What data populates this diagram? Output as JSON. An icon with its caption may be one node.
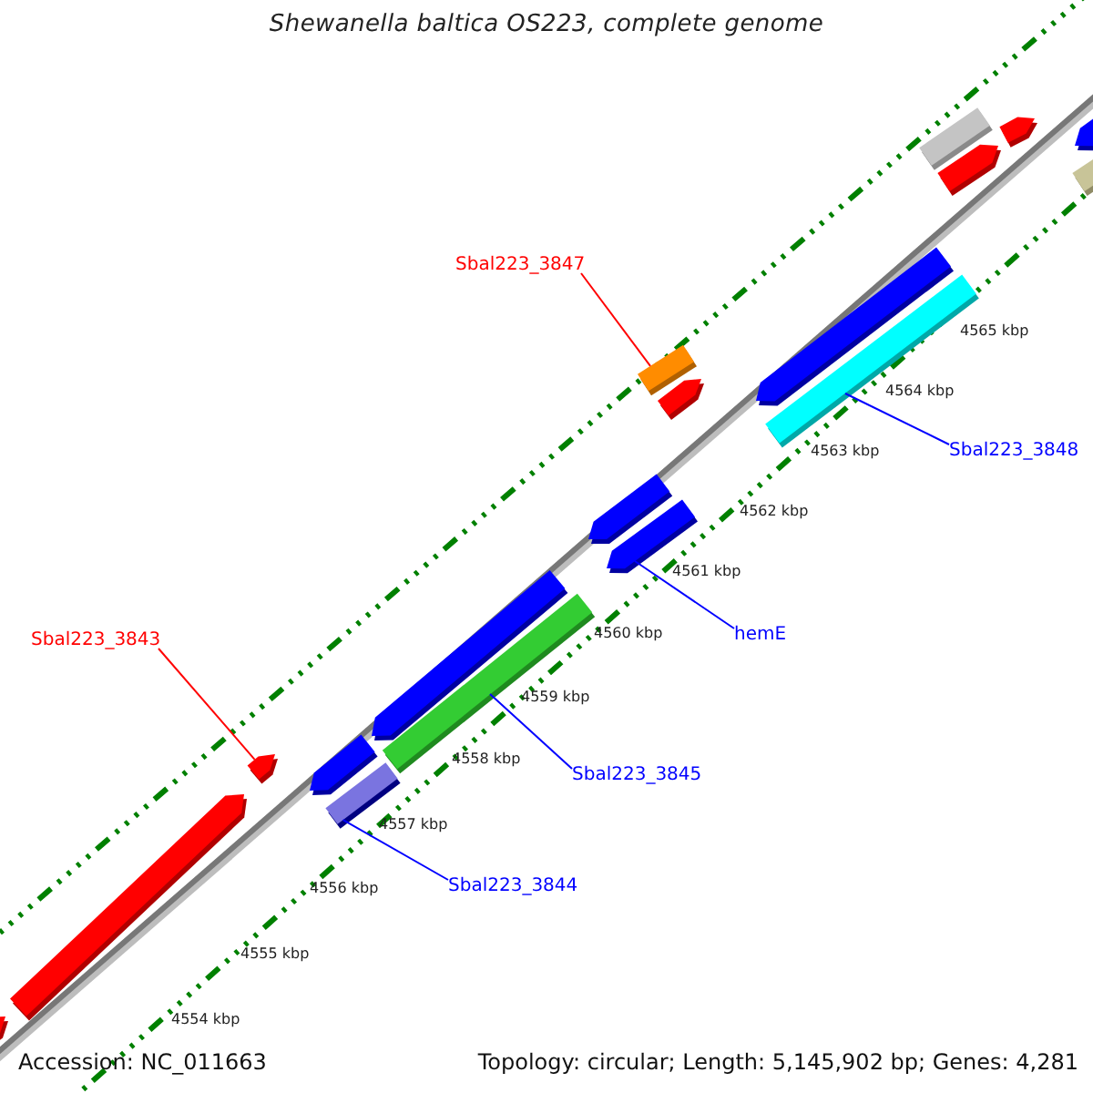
{
  "diagram": {
    "title": "Shewanella baltica OS223, complete genome",
    "nodes": [
      {
        "text": [
          "Sbal223_3847"
        ]
      },
      {
        "text": [
          "Sbal223_3848"
        ]
      },
      {
        "text": [
          "hemE"
        ]
      },
      {
        "text": [
          "Sbal223_3843"
        ]
      },
      {
        "text": [
          "Sbal223_3845"
        ]
      },
      {
        "text": [
          "Sbal223_3844"
        ]
      },
      {
        "text": [],
        "shape": "pentagon"
      },
      {
        "text": [],
        "shape": "pentagon"
      },
      {
        "text": [],
        "shape": "pentagon"
      },
      {
        "text": [],
        "shape": "pentagon"
      },
      {
        "text": [],
        "shape": "bar"
      },
      {
        "text": [],
        "shape": "pentagon"
      },
      {
        "text": [],
        "shape": "bar"
      },
      {
        "text": [],
        "shape": "pentagon"
      },
      {
        "text": [],
        "shape": "pentagon"
      },
      {
        "text": [],
        "shape": "bar"
      },
      {
        "text": [],
        "shape": "pentagon"
      },
      {
        "text": [],
        "shape": "pentagon"
      },
      {
        "text": [],
        "shape": "bar"
      },
      {
        "text": [],
        "shape": "bar"
      },
      {
        "text": [],
        "shape": "pentagon"
      },
      {
        "text": [],
        "shape": "pentagon"
      },
      {
        "text": [],
        "shape": "pentagon"
      },
      {
        "text": [],
        "shape": "bar"
      }
    ],
    "edges": [
      {
        "from": 0,
        "to": 15,
        "arrow": "none",
        "color": "#ff0000"
      },
      {
        "from": 1,
        "to": 18,
        "arrow": "none"
      },
      {
        "from": 2,
        "to": 14,
        "arrow": "none"
      },
      {
        "from": 3,
        "to": 8,
        "arrow": "none",
        "color": "#ff0000"
      },
      {
        "from": 4,
        "to": 12,
        "arrow": "none"
      },
      {
        "from": 5,
        "to": 10,
        "arrow": "none"
      }
    ],
    "labels": [
      "4565 kbp",
      "4564 kbp",
      "4563 kbp",
      "4562 kbp",
      "4561 kbp",
      "4560 kbp",
      "4559 kbp",
      "4558 kbp",
      "4557 kbp",
      "4556 kbp",
      "4555 kbp",
      "4554 kbp",
      "Accession: NC_011663",
      "Topology: circular; Length: 5,145,902 bp; Genes: 4,281"
    ]
  }
}
